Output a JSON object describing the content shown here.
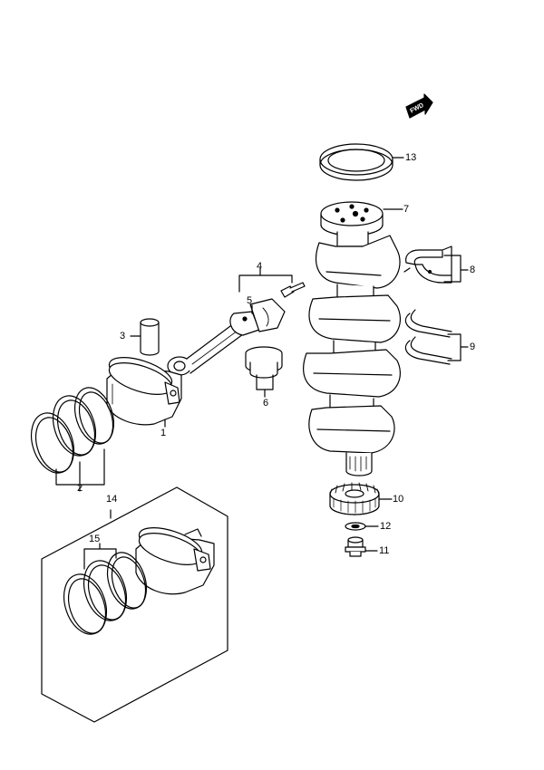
{
  "direction_badge": "FWD",
  "colors": {
    "line": "#000000",
    "fill": "#ffffff",
    "shade": "#d9d9d9"
  },
  "parts": [
    {
      "id": "p1",
      "label": "1",
      "name": "piston"
    },
    {
      "id": "p2",
      "label": "2",
      "name": "piston-ring-set"
    },
    {
      "id": "p3",
      "label": "3",
      "name": "piston-pin"
    },
    {
      "id": "p4",
      "label": "4",
      "name": "connecting-rod"
    },
    {
      "id": "p5",
      "label": "5",
      "name": "rod-bolt"
    },
    {
      "id": "p6",
      "label": "6",
      "name": "rod-bearing"
    },
    {
      "id": "p7",
      "label": "7",
      "name": "crankshaft"
    },
    {
      "id": "p8",
      "label": "8",
      "name": "main-bearing"
    },
    {
      "id": "p9",
      "label": "9",
      "name": "thrust-washer"
    },
    {
      "id": "p10",
      "label": "10",
      "name": "crank-gear"
    },
    {
      "id": "p11",
      "label": "11",
      "name": "gear-bolt"
    },
    {
      "id": "p12",
      "label": "12",
      "name": "washer"
    },
    {
      "id": "p13",
      "label": "13",
      "name": "oil-seal"
    },
    {
      "id": "p14",
      "label": "14",
      "name": "oversize-piston-kit"
    },
    {
      "id": "p15",
      "label": "15",
      "name": "oversize-ring-set"
    }
  ]
}
